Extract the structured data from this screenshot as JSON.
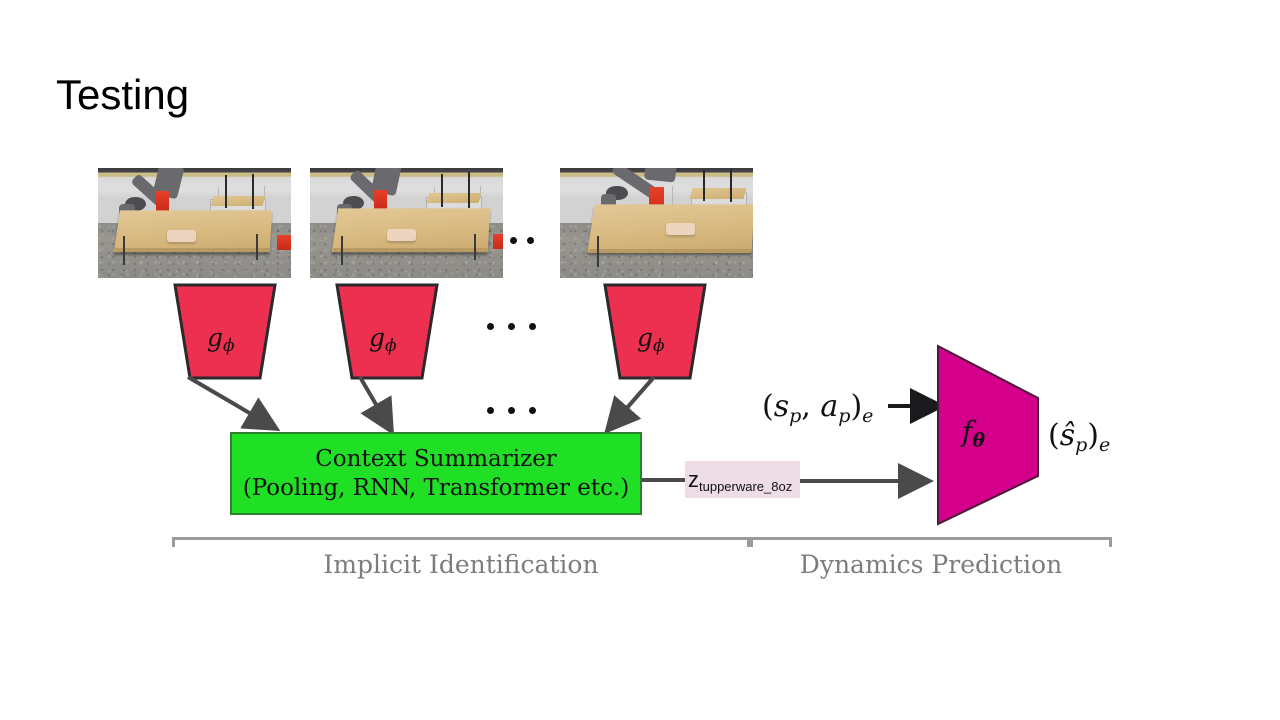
{
  "slide": {
    "title": "Testing",
    "background_color": "#ffffff"
  },
  "colors": {
    "encoder_red": "#ed2f50",
    "encoder_border": "#2a2a2c",
    "summarizer_green": "#1fe024",
    "summarizer_border": "#2f7f33",
    "dynamics_magenta": "#d4008c",
    "latent_chip_pink": "#eedce6",
    "arrow_gray": "#4a4a4c",
    "bracket_gray": "#9b9b9b",
    "bracket_label_gray": "#7d7d7d",
    "title_black": "#000000"
  },
  "observations": {
    "caption_alt": "robot arm at a wooden table with a tupperware container",
    "frames": [
      {
        "id": "obs-frame-1",
        "alt": "robot arm at wooden table with tupperware container, view 1"
      },
      {
        "id": "obs-frame-2",
        "alt": "robot arm at wooden table with tupperware container, view 2"
      },
      {
        "id": "obs-frame-3",
        "alt": "robot arm at wooden table with tupperware container, view 3"
      }
    ],
    "ellipsis": "• •"
  },
  "encoders": [
    {
      "id": "encoder-1",
      "symbol": "g",
      "subscript": "ϕ"
    },
    {
      "id": "encoder-2",
      "symbol": "g",
      "subscript": "ϕ"
    },
    {
      "id": "encoder-3",
      "symbol": "g",
      "subscript": "ϕ"
    }
  ],
  "encoder_ellipsis": {
    "row_upper": "• • •",
    "row_lower": "• • •"
  },
  "summarizer": {
    "line1": "Context Summarizer",
    "line2": "(Pooling, RNN, Transformer etc.)"
  },
  "latent": {
    "symbol": "z",
    "subscript": "tupperware_8oz"
  },
  "dynamics": {
    "symbol": "f",
    "subscript": "θ",
    "input_label": "(sₚ, aₚ)ₑ",
    "input_parts": {
      "open": "(",
      "s": "s",
      "s_sub": "p",
      "comma": ", ",
      "a": "a",
      "a_sub": "p",
      "close": ")",
      "close_sub": "e"
    },
    "output_label": "(ŝₚ)ₑ",
    "output_parts": {
      "open": "(",
      "s_hat": "ŝ",
      "s_sub": "p",
      "close": ")",
      "close_sub": "e"
    }
  },
  "brackets": [
    {
      "id": "bracket-implicit-identification",
      "label": "Implicit Identification"
    },
    {
      "id": "bracket-dynamics-prediction",
      "label": "Dynamics Prediction"
    }
  ]
}
